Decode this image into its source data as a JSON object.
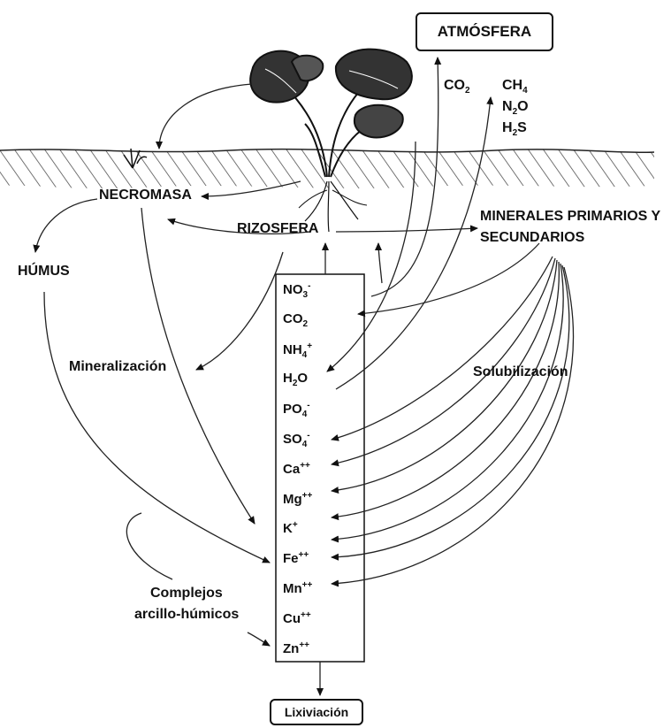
{
  "labels": {
    "atmosfera": "ATMÓSFERA",
    "necromasa": "NECROMASA",
    "rizosfera": "RIZOSFERA",
    "humus": "HÚMUS",
    "minerales_line1": "MINERALES PRIMARIOS Y",
    "minerales_line2": "SECUNDARIOS",
    "mineralizacion": "Mineralización",
    "solubilizacion": "Solubilización",
    "complejos_line1": "Complejos",
    "complejos_line2": "arcillo-húmicos",
    "lixiviacion": "Lixiviación"
  },
  "gases": {
    "co2": {
      "base": "CO",
      "sub": "2"
    },
    "ch4": {
      "base": "CH",
      "sub": "4"
    },
    "n2o": {
      "pre": "N",
      "sub": "2",
      "post": "O"
    },
    "h2s": {
      "pre": "H",
      "sub": "2",
      "post": "S"
    }
  },
  "ions": [
    {
      "base": "NO",
      "sub": "3",
      "sup": "-"
    },
    {
      "base": "CO",
      "sub": "2",
      "sup": ""
    },
    {
      "base": "NH",
      "sub": "4",
      "sup": "+"
    },
    {
      "base": "H",
      "sub": "2",
      "sup": "",
      "post": "O"
    },
    {
      "base": "PO",
      "sub": "4",
      "sup": "-"
    },
    {
      "base": "SO",
      "sub": "4",
      "sup": "-"
    },
    {
      "base": "Ca",
      "sub": "",
      "sup": "++"
    },
    {
      "base": "Mg",
      "sub": "",
      "sup": "++"
    },
    {
      "base": "K",
      "sub": "",
      "sup": "+"
    },
    {
      "base": "Fe",
      "sub": "",
      "sup": "++"
    },
    {
      "base": "Mn",
      "sub": "",
      "sup": "++"
    },
    {
      "base": "Cu",
      "sub": "",
      "sup": "++"
    },
    {
      "base": "Zn",
      "sub": "",
      "sup": "++"
    }
  ]
}
